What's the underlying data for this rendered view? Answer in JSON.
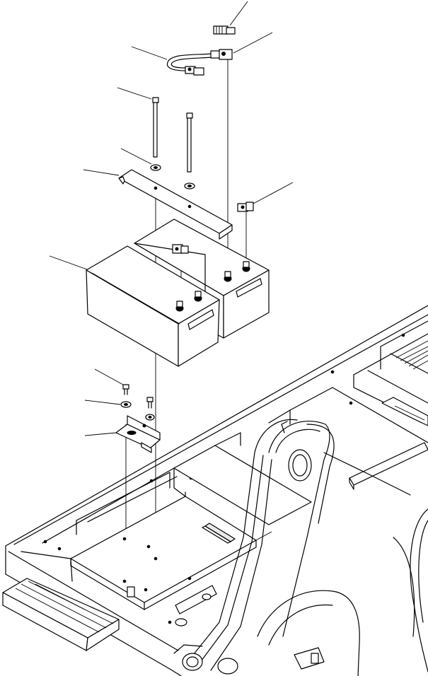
{
  "diagram": {
    "type": "exploded-parts-illustration",
    "subject": "battery-mounting",
    "callouts": [
      {
        "id": "terminal-connector",
        "label": ""
      },
      {
        "id": "cable-end",
        "label": ""
      },
      {
        "id": "jumper-cable",
        "label": ""
      },
      {
        "id": "long-bolt",
        "label": ""
      },
      {
        "id": "washer-upper",
        "label": ""
      },
      {
        "id": "hold-down-bracket",
        "label": ""
      },
      {
        "id": "terminal-clamp",
        "label": ""
      },
      {
        "id": "battery",
        "label": ""
      },
      {
        "id": "bolt-small",
        "label": ""
      },
      {
        "id": "washer-lower",
        "label": ""
      },
      {
        "id": "angle-bracket",
        "label": ""
      }
    ]
  }
}
